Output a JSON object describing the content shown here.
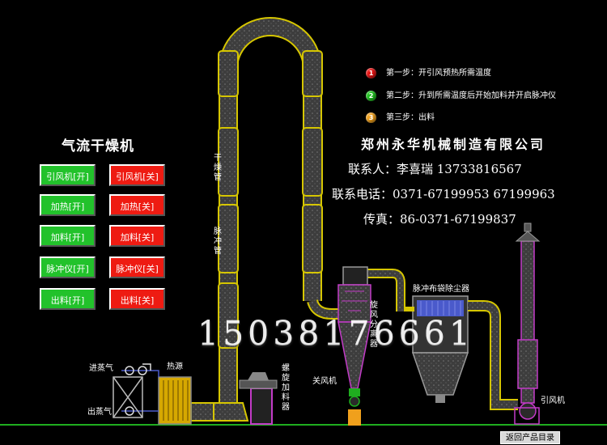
{
  "panel": {
    "title": "气流干燥机",
    "controls": [
      {
        "on": "引风机[开]",
        "off": "引风机[关]"
      },
      {
        "on": "加热[开]",
        "off": "加热[关]"
      },
      {
        "on": "加料[开]",
        "off": "加料[关]"
      },
      {
        "on": "脉冲仪[开]",
        "off": "脉冲仪[关]"
      },
      {
        "on": "出料[开]",
        "off": "出料[关]"
      }
    ]
  },
  "steps": [
    {
      "num": "1",
      "text": "第一步：开引风预热所需温度",
      "color": "#e81414"
    },
    {
      "num": "2",
      "text": "第二步：升到所需温度后开始加料并开启脉冲仪",
      "color": "#1fc21f"
    },
    {
      "num": "3",
      "text": "第三步：出料",
      "color": "#f0a01c"
    }
  ],
  "company": {
    "name": "郑州永华机械制造有限公司",
    "contact_person": "联系人：李喜瑞 13733816567",
    "phone": "联系电话：0371-67199953 67199963",
    "fax": "传真：86-0371-67199837"
  },
  "labels": {
    "dry_pipe": "干燥管",
    "pulse_pipe": "脉冲管",
    "cyclone": "旋风分离器",
    "bag_filter": "脉冲布袋除尘器",
    "fan": "引风机",
    "airlock": "关风机",
    "screw_feeder": "螺旋加料器",
    "steam_in": "进蒸气",
    "steam_out": "出蒸气",
    "heat_source": "热源"
  },
  "watermark_phone": "15038176661",
  "back_button": "返回产品目录",
  "colors": {
    "pipe_yellow": "#d6c600",
    "pipe_outline": "#111",
    "tower_fill": "#7a7a7a",
    "equipment_blue": "#4a5acb",
    "magenta": "#c23bc7",
    "green_line": "#1fae1f"
  }
}
